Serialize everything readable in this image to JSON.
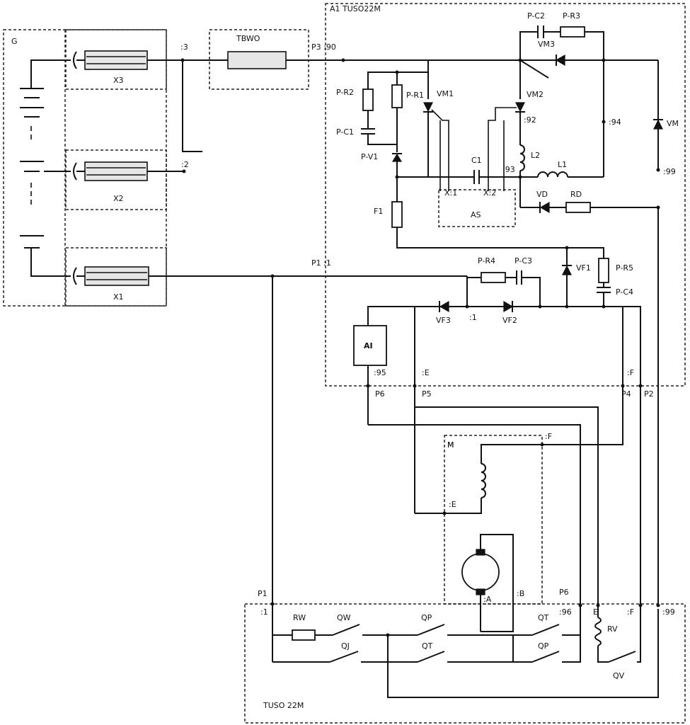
{
  "blocks": {
    "g": "G",
    "a1": "A1 TUSO22M",
    "tbwo": "TBWO",
    "as": "AS",
    "ai": "AI",
    "m": "M",
    "tuso": "TUSO 22M"
  },
  "connectors": {
    "x1": "X1",
    "x2": "X2",
    "x3": "X3"
  },
  "components": {
    "prc2": "P-C2",
    "prr3": "P-R3",
    "vm3": "VM3",
    "prr2": "P-R2",
    "prr1": "P-R1",
    "vm1": "VM1",
    "vm2": "VM2",
    "prc1": "P-C1",
    "prv1": "P-V1",
    "c1": "C1",
    "l2": "L2",
    "l1": "L1",
    "vd": "VD",
    "rd": "RD",
    "vm": "VM",
    "f1": "F1",
    "prr4": "P-R4",
    "prc3": "P-C3",
    "vf1": "VF1",
    "prr5": "P-R5",
    "prc4": "P-C4",
    "vf3": "VF3",
    "vf2": "VF2",
    "rw": "RW",
    "qw": "QW",
    "qp1": "QP",
    "qj": "QJ",
    "qt1": "QT",
    "qt2": "QT",
    "qp2": "QP",
    "rv": "RV",
    "qv": "QV"
  },
  "terminals": {
    "t3": ":3",
    "t2": ":2",
    "p3_90": "P3 :90",
    "t92": ":92",
    "t93": ":93",
    "t94": ":94",
    "t99a": ":99",
    "p1_1a": "P1 :1",
    "t1a": ":1",
    "t95a": ":95",
    "tea": ":E",
    "tfa": ":F",
    "p6a": "P6",
    "p5": "P5",
    "p4": "P4",
    "p2": "P2",
    "tfb": ":F",
    "teb": ":E",
    "ta": ":A",
    "tb": ":B",
    "p6b": "P6",
    "p1b": "P1",
    "t1b": ":1",
    "t96": ":96",
    "tec": "E",
    "tfc": ":F",
    "t99b": ":99",
    "as_pin1": "X:1",
    "as_pin2": "X:2"
  }
}
